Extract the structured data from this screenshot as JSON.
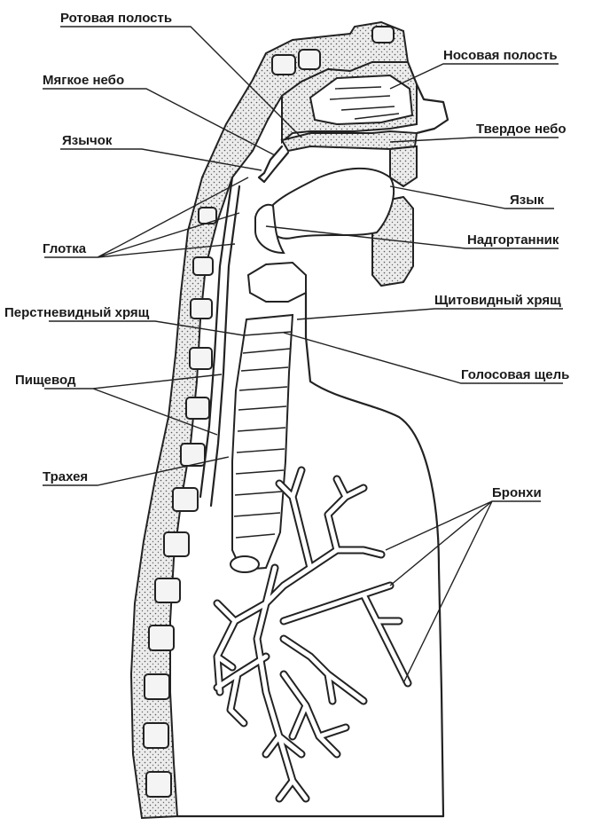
{
  "labels": {
    "oral_cavity": "Ротовая полость",
    "soft_palate": "Мягкое небо",
    "uvula": "Язычок",
    "pharynx": "Глотка",
    "cricoid_cartilage": "Перстневидный хрящ",
    "esophagus": "Пищевод",
    "trachea": "Трахея",
    "nasal_cavity": "Носовая полость",
    "hard_palate": "Твердое небо",
    "tongue": "Язык",
    "epiglottis": "Надгортанник",
    "thyroid_cartilage": "Щитовидный хрящ",
    "glottis": "Голосовая щель",
    "bronchi": "Бронхи"
  }
}
